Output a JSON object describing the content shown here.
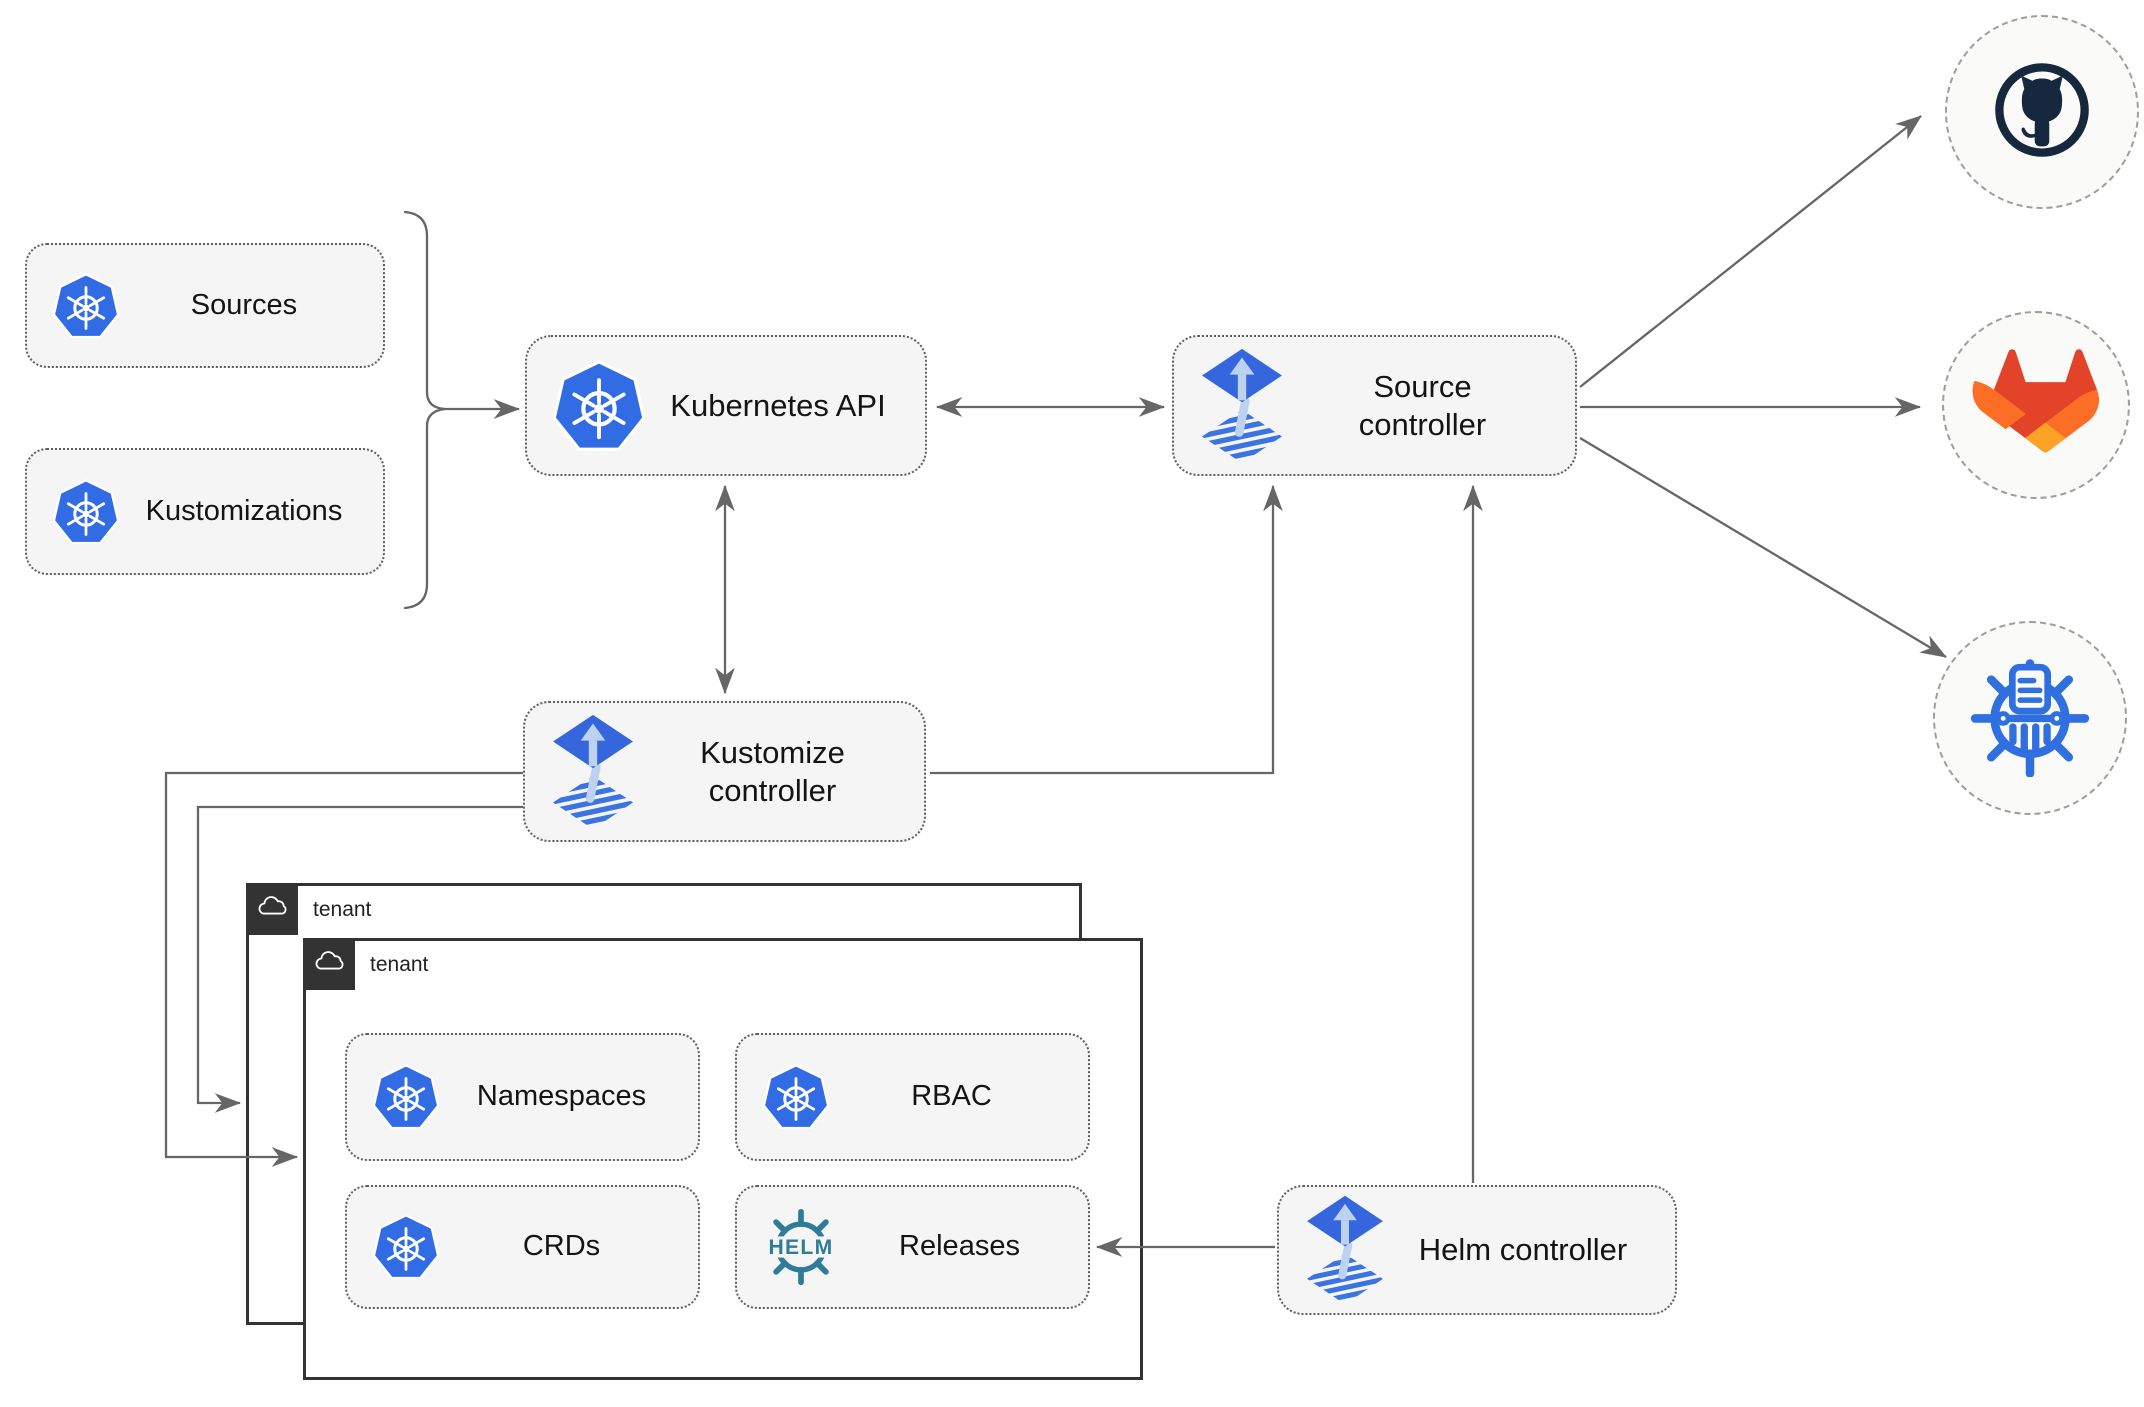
{
  "diagram": {
    "cluster_resources": [
      {
        "label": "Sources",
        "icon": "kubernetes-icon"
      },
      {
        "label": "Kustomizations",
        "icon": "kubernetes-icon"
      }
    ],
    "kubernetes_api": {
      "label": "Kubernetes API",
      "icon": "kubernetes-icon"
    },
    "controllers": {
      "source": {
        "label": "Source controller",
        "icon": "flux-icon"
      },
      "kustomize": {
        "label": "Kustomize controller",
        "icon": "flux-icon"
      },
      "helm": {
        "label": "Helm controller",
        "icon": "flux-icon"
      }
    },
    "tenants": [
      {
        "label": "tenant",
        "icon": "cloud-icon"
      },
      {
        "label": "tenant",
        "icon": "cloud-icon"
      }
    ],
    "tenant_resources": [
      {
        "label": "Namespaces",
        "icon": "kubernetes-icon"
      },
      {
        "label": "RBAC",
        "icon": "kubernetes-icon"
      },
      {
        "label": "CRDs",
        "icon": "kubernetes-icon"
      },
      {
        "label": "Releases",
        "icon": "helm-icon"
      }
    ],
    "helm_logo_text": "HELM",
    "remotes": [
      {
        "name": "GitHub",
        "icon": "github-icon"
      },
      {
        "name": "GitLab",
        "icon": "gitlab-icon"
      },
      {
        "name": "ChartMuseum",
        "icon": "chartmuseum-icon"
      }
    ],
    "edges": [
      {
        "from": "sources-kustomizations-group",
        "to": "kubernetes-api",
        "style": "arrow"
      },
      {
        "from": "kubernetes-api",
        "to": "source-controller",
        "style": "double-arrow"
      },
      {
        "from": "kubernetes-api",
        "to": "kustomize-controller",
        "style": "double-arrow"
      },
      {
        "from": "kustomize-controller",
        "to": "source-controller",
        "style": "arrow"
      },
      {
        "from": "helm-controller",
        "to": "source-controller",
        "style": "arrow"
      },
      {
        "from": "helm-controller",
        "to": "releases",
        "style": "arrow"
      },
      {
        "from": "kustomize-controller",
        "to": "tenant-front",
        "style": "arrow"
      },
      {
        "from": "kustomize-controller",
        "to": "tenant-back",
        "style": "arrow"
      },
      {
        "from": "source-controller",
        "to": "GitHub",
        "style": "arrow"
      },
      {
        "from": "source-controller",
        "to": "GitLab",
        "style": "arrow"
      },
      {
        "from": "source-controller",
        "to": "ChartMuseum",
        "style": "arrow"
      }
    ],
    "colors": {
      "kubernetes_blue": "#326ce5",
      "flux_blue": "#3566dd",
      "flux_arrow_light": "#bcd2f0",
      "helm_teal": "#2e7c99",
      "github_dark": "#16283d",
      "gitlab_red": "#e24329",
      "gitlab_orange": "#fc6d26",
      "gitlab_amber": "#fca326",
      "chartmuseum_blue": "#2f6fe0",
      "node_fill": "#f5f5f5",
      "connector_gray": "#666666",
      "tenant_border": "#333333"
    }
  }
}
